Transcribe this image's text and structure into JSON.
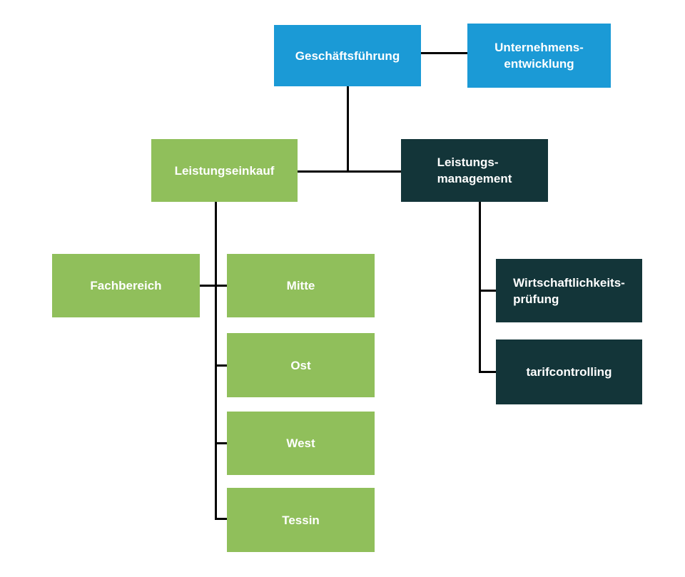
{
  "colors": {
    "background": "#ffffff",
    "top_level_blue": "#1b9ad6",
    "branch_green": "#90bf5b",
    "branch_dark_teal": "#133539",
    "connector_black": "#000000",
    "label_text": "#ffffff"
  },
  "nodes": {
    "geschaeftsfuehrung": {
      "label": "Geschäftsführung"
    },
    "unternehmensentwicklung": {
      "line1": "Unternehmens-",
      "line2": "entwicklung"
    },
    "leistungseinkauf": {
      "label": "Leistungseinkauf"
    },
    "leistungsmanagement": {
      "line1": "Leistungs-",
      "line2": "management"
    },
    "fachbereich": {
      "label": "Fachbereich"
    },
    "mitte": {
      "label": "Mitte"
    },
    "ost": {
      "label": "Ost"
    },
    "west": {
      "label": "West"
    },
    "tessin": {
      "label": "Tessin"
    },
    "wirtschaftlichkeitspruefung": {
      "line1": "Wirtschaftlichkeits-",
      "line2": "prüfung"
    },
    "tarifcontrolling": {
      "label": "tarifcontrolling"
    }
  },
  "edges": [
    {
      "from": "geschaeftsfuehrung",
      "to": "unternehmensentwicklung"
    },
    {
      "from": "geschaeftsfuehrung",
      "to": "leistungseinkauf"
    },
    {
      "from": "geschaeftsfuehrung",
      "to": "leistungsmanagement"
    },
    {
      "from": "leistungseinkauf",
      "to": "fachbereich"
    },
    {
      "from": "leistungseinkauf",
      "to": "mitte"
    },
    {
      "from": "leistungseinkauf",
      "to": "ost"
    },
    {
      "from": "leistungseinkauf",
      "to": "west"
    },
    {
      "from": "leistungseinkauf",
      "to": "tessin"
    },
    {
      "from": "leistungsmanagement",
      "to": "wirtschaftlichkeitspruefung"
    },
    {
      "from": "leistungsmanagement",
      "to": "tarifcontrolling"
    }
  ]
}
